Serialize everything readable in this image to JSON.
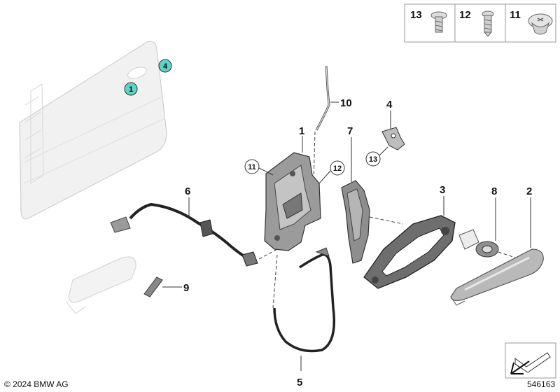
{
  "callouts": {
    "c1": "1",
    "c2": "2",
    "c3": "3",
    "c4": "4",
    "c5": "5",
    "c6": "6",
    "c7": "7",
    "c8": "8",
    "c9": "9",
    "c10": "10",
    "c11": "11",
    "c12": "12",
    "c13": "13"
  },
  "circled": {
    "door_1": "1",
    "door_4": "4",
    "lock_11": "11",
    "lock_12": "12",
    "bracket_13": "13"
  },
  "legend": {
    "items": [
      "13",
      "12",
      "11"
    ]
  },
  "footer": {
    "copyright": "© 2024 BMW AG",
    "doc_id": "546163"
  },
  "colors": {
    "highlight": "#5fd3c6",
    "part_dark": "#2b2b2b",
    "part_light": "#e9e9e9"
  }
}
